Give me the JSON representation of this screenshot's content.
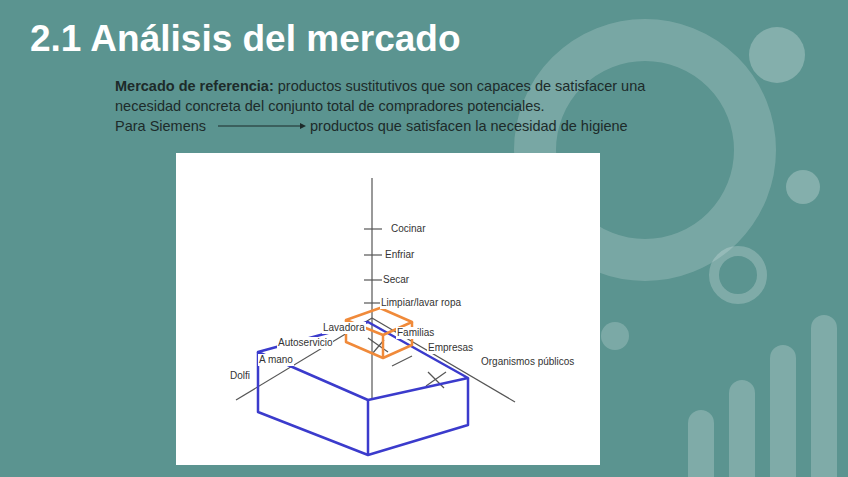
{
  "diagram": {
    "title": "2.1 Análisis del mercado",
    "labels": [
      "Mercado de referencia:",
      "productos sustitutivos que son capaces de satisfacer una necesidad concreta del conjunto total de compradores potenciales.",
      "Para Siemens",
      "productos que satisfacen la necesidad de higiene",
      "Cocinar",
      "Enfriar",
      "Secar",
      "Limpiar/lavar ropa",
      "Lavadora",
      "Autoservicio",
      "A mano",
      "Dolfi",
      "Familias",
      "Empresas",
      "Organismos públicos"
    ]
  }
}
